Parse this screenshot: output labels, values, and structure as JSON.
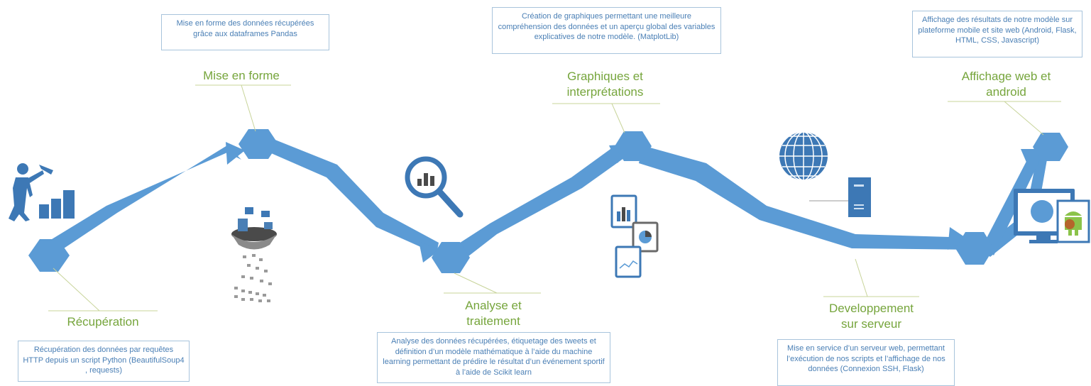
{
  "steps": [
    {
      "title": "Récupération",
      "desc": "Récupération des données par requêtes HTTP depuis un script Python (BeautifulSoup4 , requests)"
    },
    {
      "title": "Mise en forme",
      "desc": "Mise en forme des données récupérées grâce aux dataframes Pandas"
    },
    {
      "title": "Analyse et traitement",
      "desc": "Analyse des données récupérées, étiquetage des tweets et définition d’un modèle mathématique à l’aide du machine learning permettant de prédire le résultat d’un événement sportif à l’aide de Scikit learn"
    },
    {
      "title": "Graphiques et interprétations",
      "desc": "Création de graphiques permettant une meilleure compréhension des données et un aperçu global des variables explicatives de notre modèle. (MatplotLib)"
    },
    {
      "title": "Developpement sur serveur",
      "desc": "Mise en service d’un serveur web, permettant l’exécution de nos scripts et l’affichage de nos données (Connexion SSH, Flask)"
    },
    {
      "title": "Affichage web et android",
      "desc": "Affichage des résultats de notre modèle sur plateforme mobile et site web (Android, Flask, HTML, CSS, Javascript)"
    }
  ],
  "colors": {
    "path": "#5b9bd5",
    "title": "#76a53c",
    "desc_text": "#4a7fb5",
    "icon": "#3d78b5",
    "leader": "#c8d49a"
  },
  "icons": [
    "worker-chart-icon",
    "funnel-data-icon",
    "magnifier-chart-icon",
    "chart-documents-icon",
    "globe-server-icon",
    "monitor-android-icon"
  ]
}
